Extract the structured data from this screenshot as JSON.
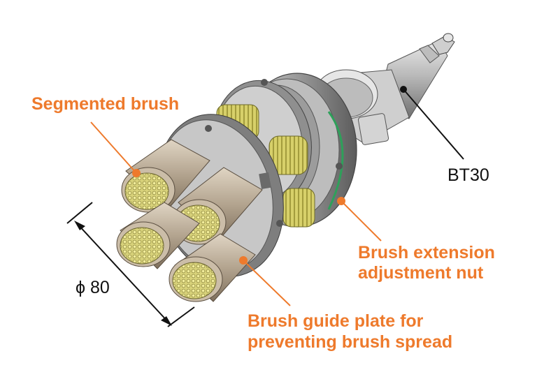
{
  "labels": {
    "segmented_brush": "Segmented brush",
    "bt30": "BT30",
    "extension_nut_line1": "Brush extension",
    "extension_nut_line2": "adjustment nut",
    "guide_plate_line1": "Brush guide plate for",
    "guide_plate_line2": "preventing brush spread",
    "diameter": "ϕ 80"
  },
  "colors": {
    "callout_orange": "#ee7a2c",
    "text_dark": "#111111"
  }
}
